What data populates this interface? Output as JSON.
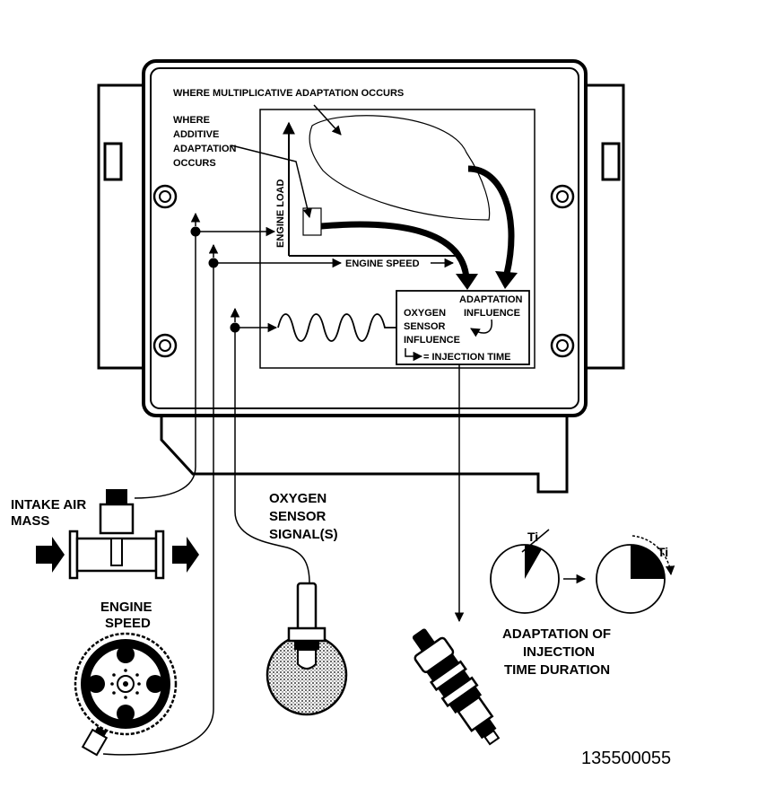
{
  "labels": {
    "multiplicative": "WHERE MULTIPLICATIVE ADAPTATION OCCURS",
    "additive": [
      "WHERE",
      "ADDITIVE",
      "ADAPTATION",
      "OCCURS"
    ],
    "engine_load": "ENGINE LOAD",
    "engine_speed_axis": "ENGINE SPEED",
    "adaptation_influence": [
      "ADAPTATION",
      "INFLUENCE"
    ],
    "oxygen_sensor_influence": [
      "OXYGEN",
      "SENSOR",
      "INFLUENCE"
    ],
    "injection_time": "= INJECTION TIME",
    "intake_air_mass": [
      "INTAKE AIR",
      "MASS"
    ],
    "engine_speed_sensor": [
      "ENGINE",
      "SPEED"
    ],
    "oxygen_sensor_signal": [
      "OXYGEN",
      "SENSOR",
      "SIGNAL(S)"
    ],
    "adaptation_of_injection": [
      "ADAPTATION OF",
      "INJECTION",
      "TIME DURATION"
    ],
    "ti_before": "Ti",
    "ti_after": "Ti",
    "figure_number": "135500055"
  },
  "colors": {
    "ink": "#000000",
    "paper": "#ffffff",
    "sensor_fill": "#b8b8b8"
  },
  "injection_time_adaptation": {
    "before_fraction": 0.083,
    "after_fraction": 0.25
  }
}
